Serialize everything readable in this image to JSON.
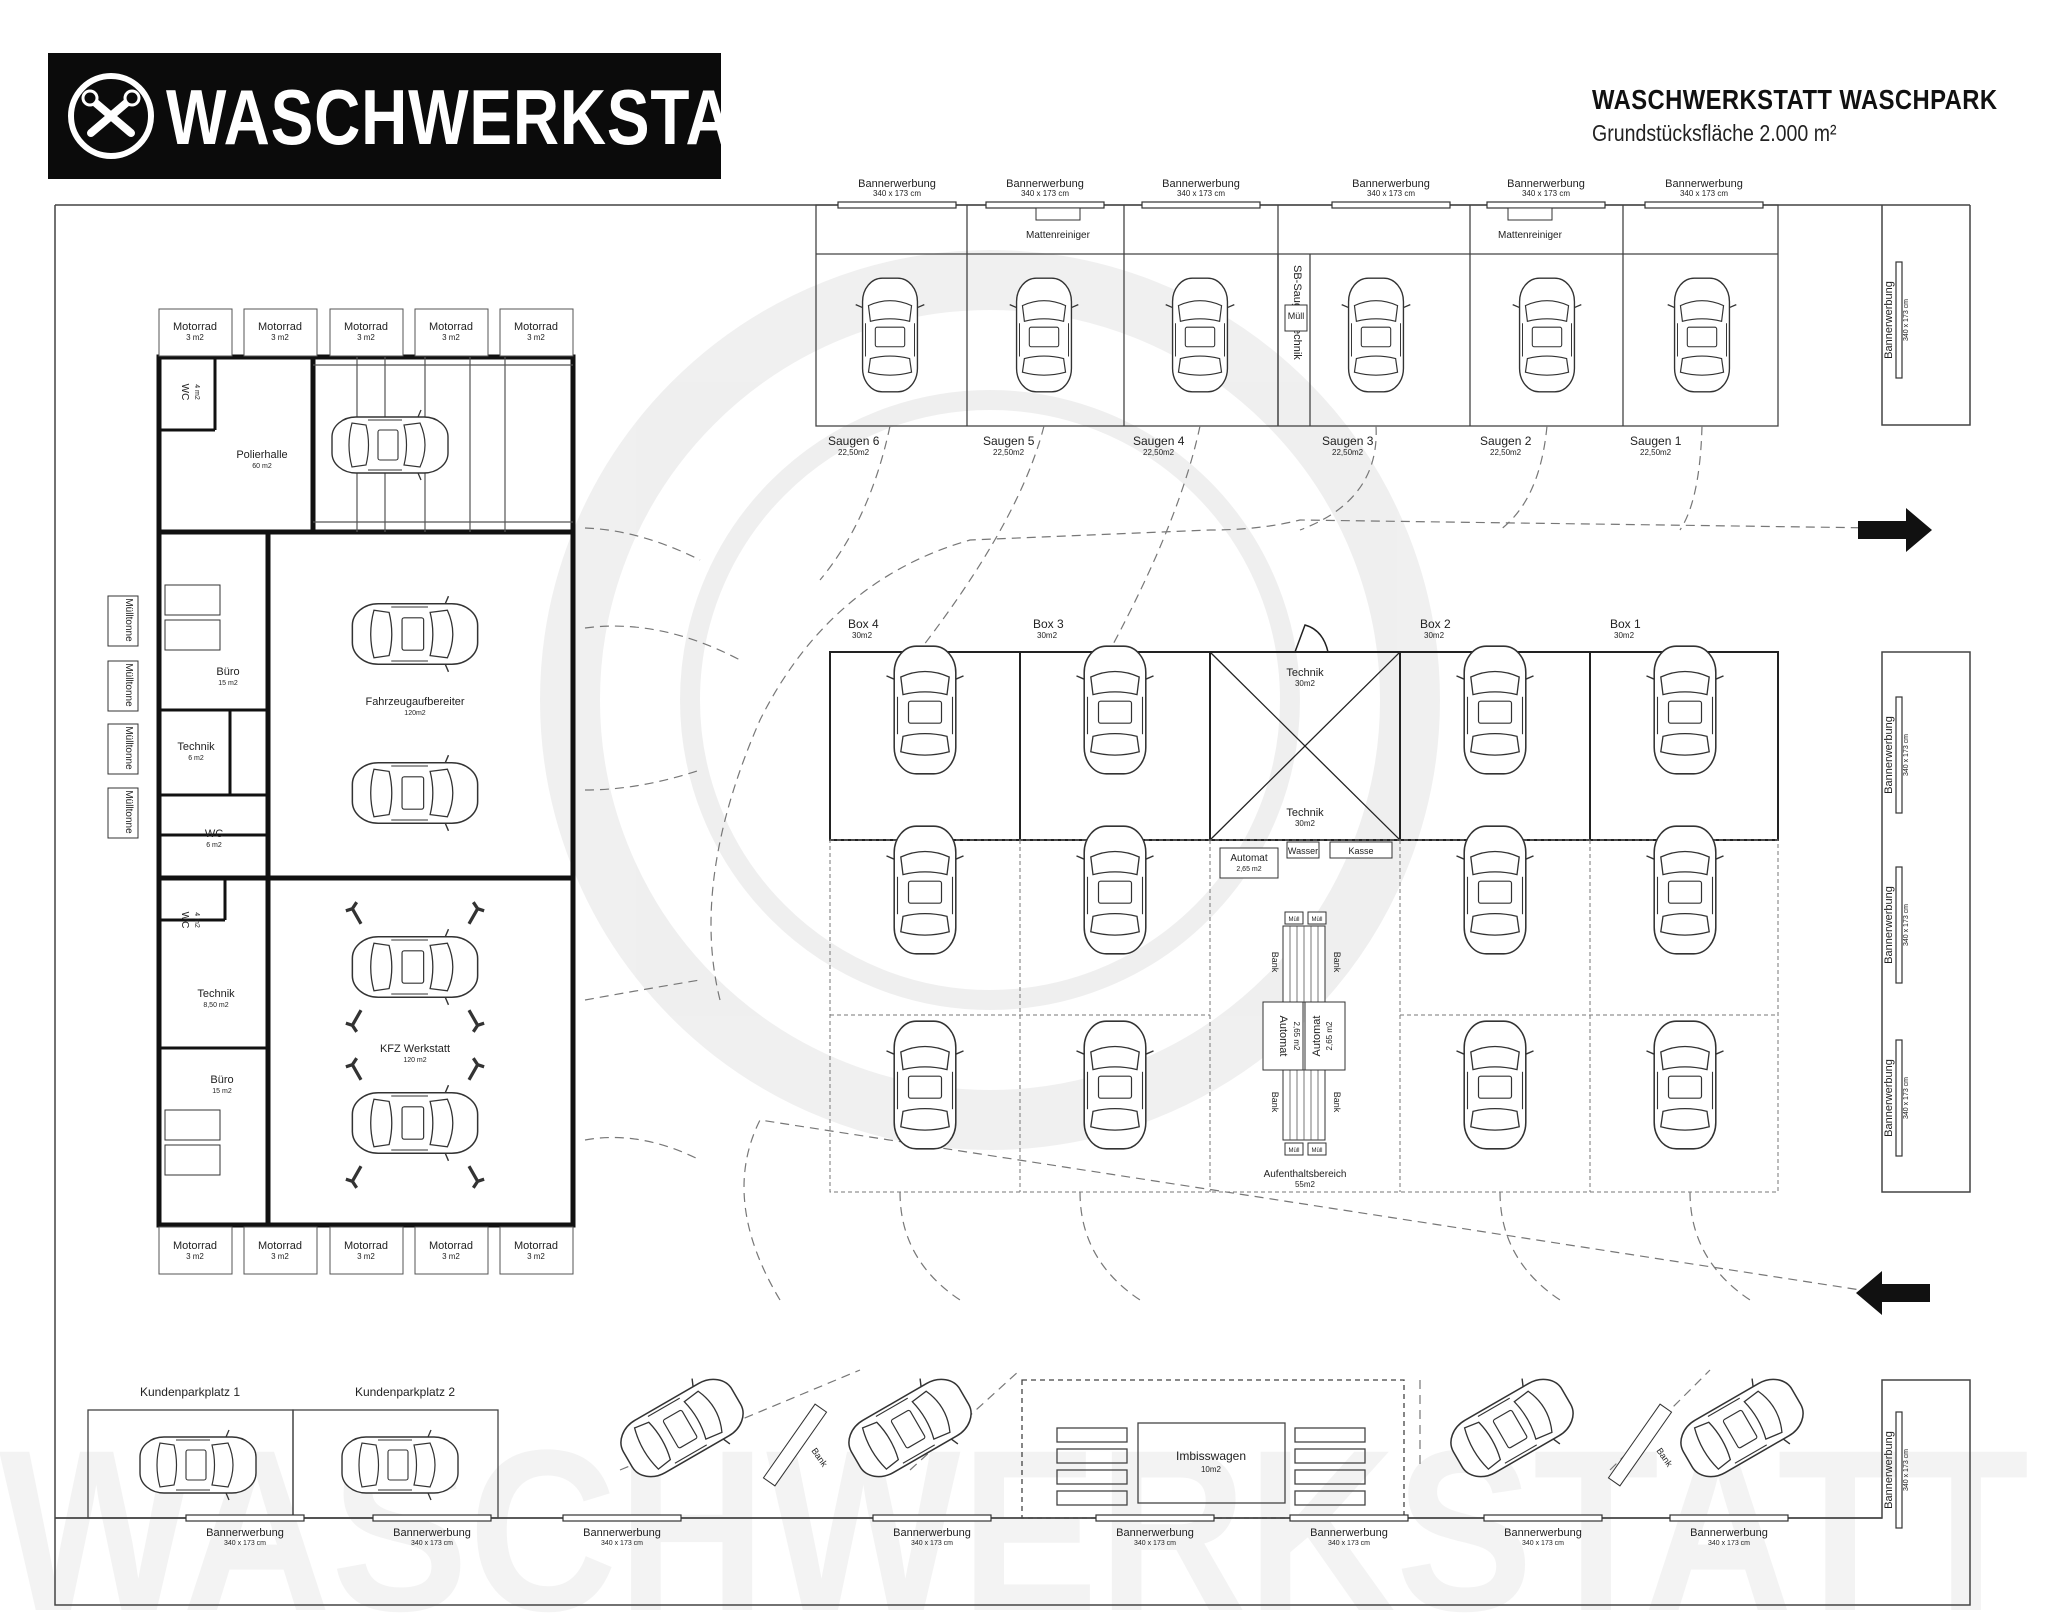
{
  "header": {
    "logo_text": "WASCHWERKSTATT",
    "title": "WASCHWERKSTATT WASCHPARK",
    "subtitle": "Grundstücksfläche 2.000 m²"
  },
  "watermark": "WASCHWERKSTATT",
  "banner": {
    "label": "Bannerwerbung",
    "size": "340 x 173 cm"
  },
  "moto": {
    "label": "Motorrad",
    "area": "3 m2"
  },
  "saugen": [
    {
      "label": "Saugen 6",
      "area": "22,50m2"
    },
    {
      "label": "Saugen 5",
      "area": "22,50m2"
    },
    {
      "label": "Saugen 4",
      "area": "22,50m2"
    },
    {
      "label": "Saugen 3",
      "area": "22,50m2"
    },
    {
      "label": "Saugen 2",
      "area": "22,50m2"
    },
    {
      "label": "Saugen 1",
      "area": "22,50m2"
    }
  ],
  "mattenreiniger": "Mattenreiniger",
  "sb_technik": "SB-Sauger-Technik",
  "muell": "Müll",
  "boxes": [
    {
      "label": "Box 4",
      "area": "30m2"
    },
    {
      "label": "Box 3",
      "area": "30m2"
    },
    {
      "label": "Box 2",
      "area": "30m2"
    },
    {
      "label": "Box 1",
      "area": "30m2"
    }
  ],
  "technik_box": {
    "label": "Technik",
    "area": "30m2"
  },
  "automat": {
    "label": "Automat",
    "area": "2,65 m2"
  },
  "wasser": "Wasser",
  "kasse": "Kasse",
  "bank": "Bank",
  "aufenthalt": {
    "label": "Aufenthaltsbereich",
    "area": "55m2"
  },
  "rooms": {
    "wc": {
      "label": "WC",
      "area": "4 m2"
    },
    "polierhalle": {
      "label": "Polierhalle",
      "area": "60 m2"
    },
    "buero1": {
      "label": "Büro",
      "area": "15 m2"
    },
    "fahrzeug": {
      "label": "Fahrzeugaufbereiter",
      "area": "120m2"
    },
    "technik1": {
      "label": "Technik",
      "area": "6 m2"
    },
    "wc2": {
      "label": "WC",
      "area": "6 m2"
    },
    "wc3": {
      "label": "WC",
      "area": "4 m2"
    },
    "technik2": {
      "label": "Technik",
      "area": "8,50 m2"
    },
    "buero2": {
      "label": "Büro",
      "area": "15 m2"
    },
    "kfz": {
      "label": "KFZ Werkstatt",
      "area": "120 m2"
    }
  },
  "muelltonne": "Mülltonne",
  "kundenparkplatz": [
    "Kundenparkplatz 1",
    "Kundenparkplatz 2"
  ],
  "imbiss": {
    "label": "Imbisswagen",
    "area": "10m2"
  }
}
